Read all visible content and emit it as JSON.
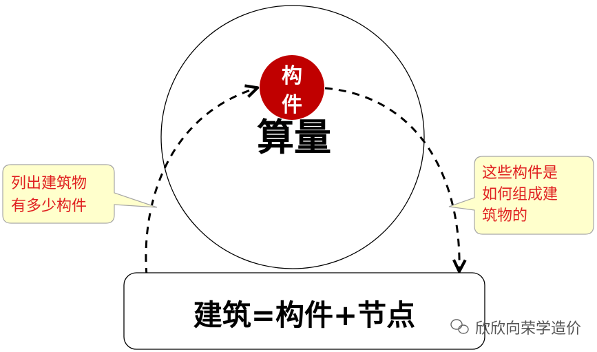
{
  "main_circle": {
    "label": "算量"
  },
  "component_badge": {
    "line1": "构",
    "line2": "件",
    "color": "#c00000"
  },
  "left_callout": {
    "line1": "列出建筑物",
    "line2": "有多少构件",
    "fill": "#ffffcc",
    "text_color": "#e02020"
  },
  "right_callout": {
    "line1": "这些构件是",
    "line2": "如何组成建",
    "line3": "筑物的",
    "fill": "#ffffcc",
    "text_color": "#e02020"
  },
  "formula_box": {
    "text": "建筑=构件+节点"
  },
  "watermark": {
    "text": "欣欣向荣学造价",
    "icon": "wechat-icon"
  }
}
